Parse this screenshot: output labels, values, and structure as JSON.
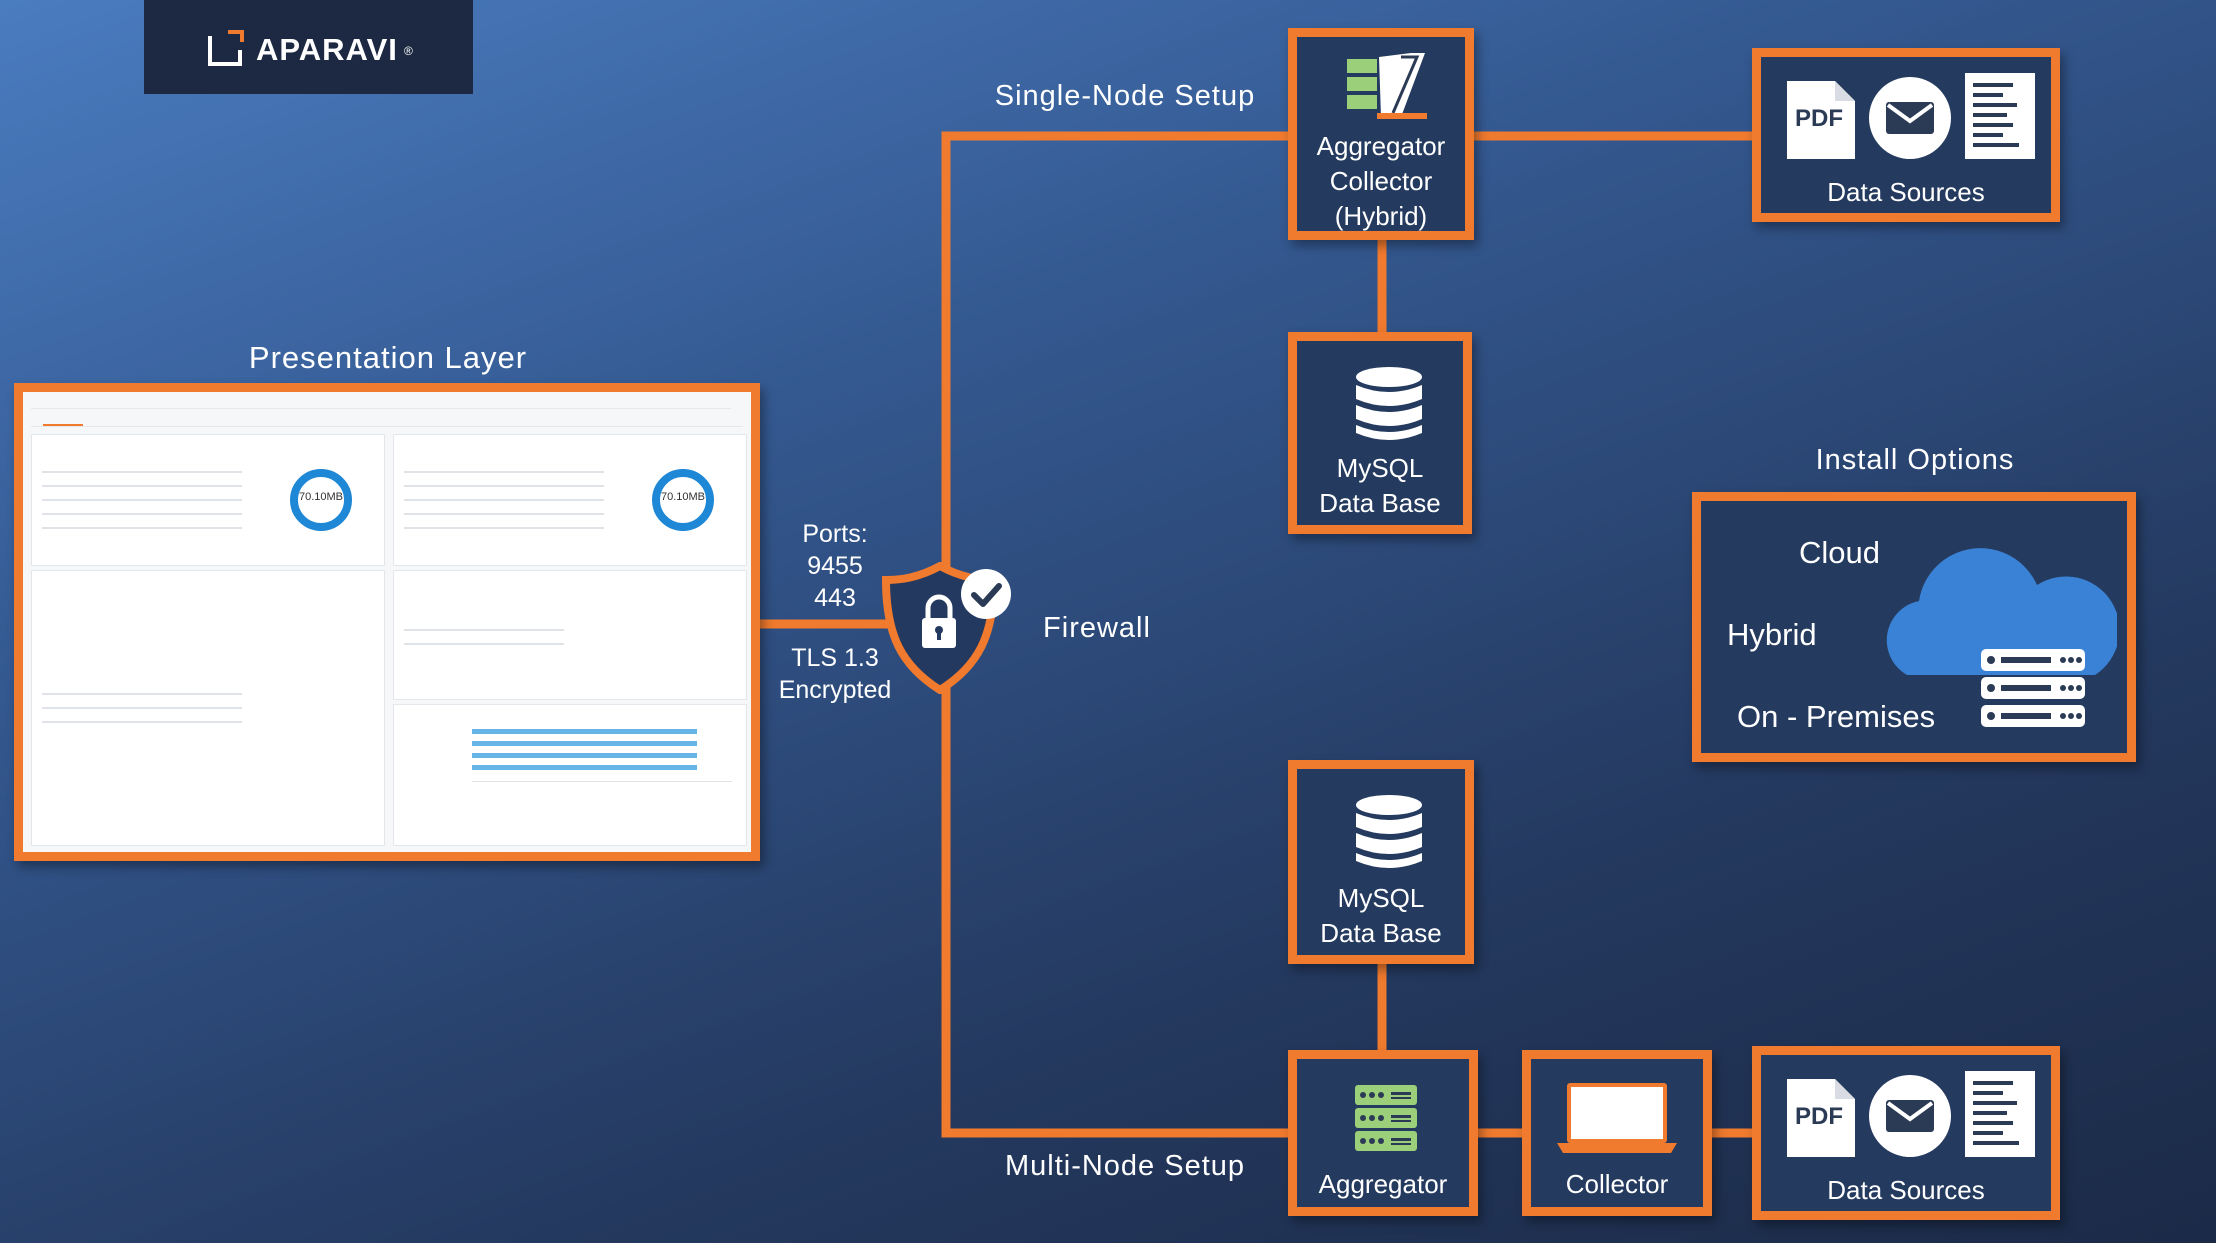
{
  "logo": {
    "text": "APARAVI",
    "mark": "®"
  },
  "presentation_layer": {
    "title": "Presentation Layer",
    "dashboard": {
      "ring_left": "70.10MB",
      "ring_right": "70.10MB"
    }
  },
  "firewall": {
    "label": "Firewall",
    "ports_title": "Ports:",
    "port_1": "9455",
    "port_2": "443",
    "tls": "TLS 1.3",
    "encrypted": "Encrypted"
  },
  "single_node": {
    "title": "Single-Node Setup",
    "aggregator_collector": [
      "Aggregator",
      "Collector",
      "(Hybrid)"
    ],
    "mysql": [
      "MySQL",
      "Data Base"
    ],
    "data_sources": {
      "label": "Data Sources",
      "pdf": "PDF"
    }
  },
  "multi_node": {
    "title": "Multi-Node Setup",
    "mysql": [
      "MySQL",
      "Data Base"
    ],
    "aggregator": "Aggregator",
    "collector": "Collector",
    "data_sources": {
      "label": "Data Sources",
      "pdf": "PDF"
    }
  },
  "install_options": {
    "title": "Install Options",
    "items": [
      "Cloud",
      "Hybrid",
      "On - Premises"
    ]
  },
  "colors": {
    "accent": "#f07a2e",
    "box_fill": "#243a5e",
    "cloud": "#3a82d6"
  }
}
